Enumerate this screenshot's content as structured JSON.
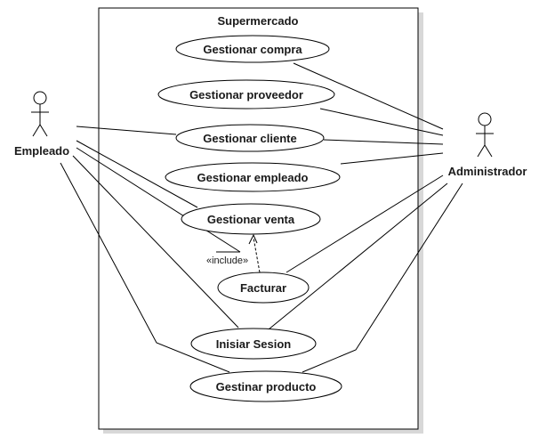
{
  "system": {
    "title": "Supermercado"
  },
  "actors": {
    "empleado": "Empleado",
    "administrador": "Administrador"
  },
  "use_cases": {
    "gestionar_compra": "Gestionar compra",
    "gestionar_proveedor": "Gestionar proveedor",
    "gestionar_cliente": "Gestionar cliente",
    "gestionar_empleado": "Gestionar empleado",
    "gestionar_venta": "Gestionar venta",
    "facturar": "Facturar",
    "iniciar_sesion": "Inisiar Sesion",
    "gestinar_producto": "Gestinar producto"
  },
  "relations": {
    "include_label": "«include»"
  }
}
